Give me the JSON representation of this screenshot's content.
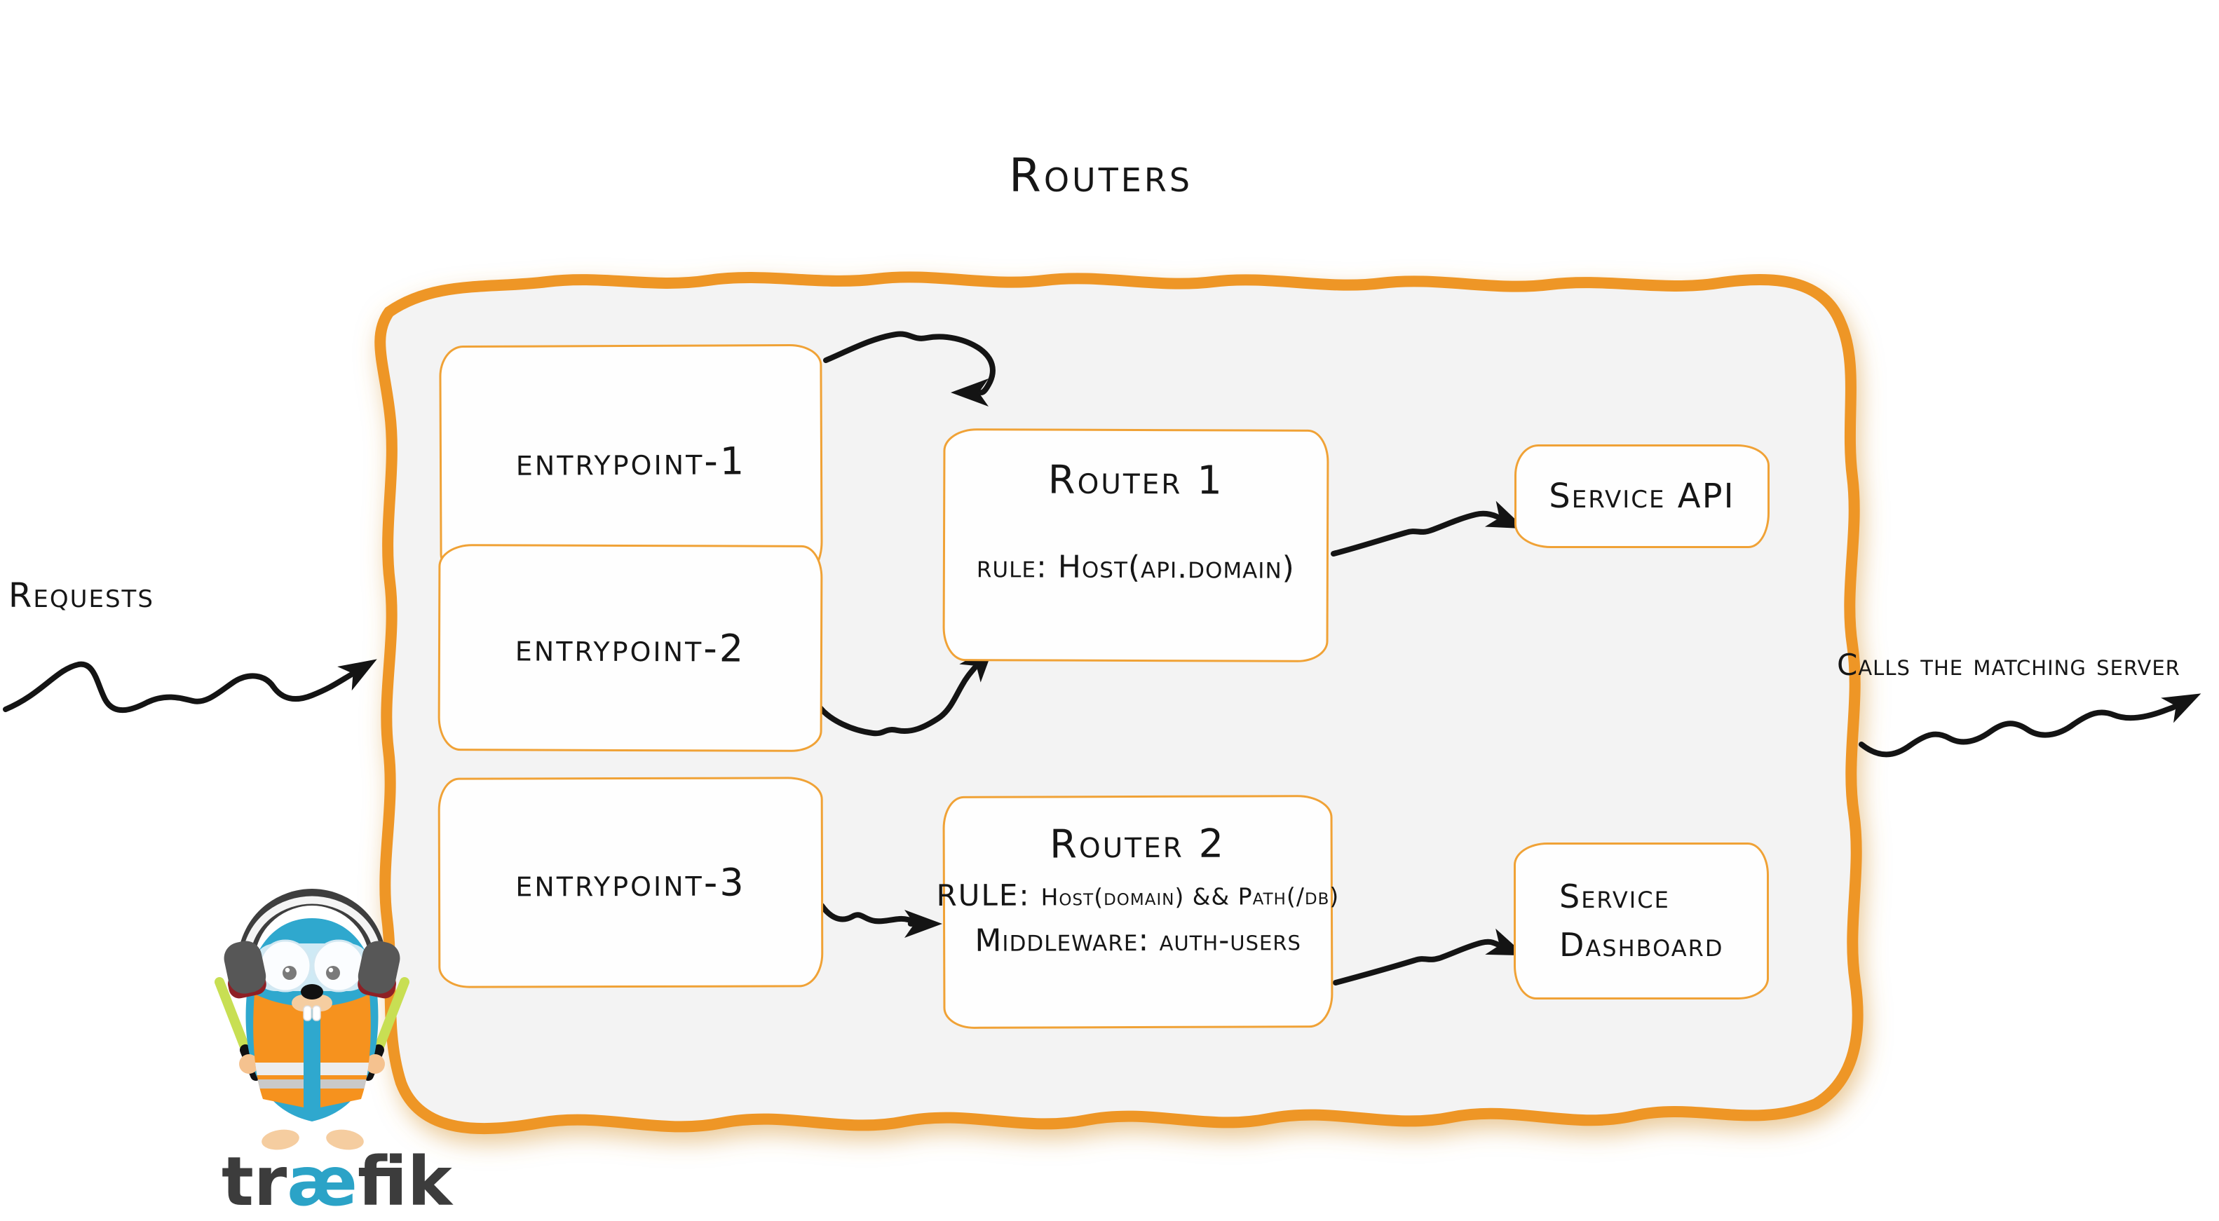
{
  "title": "Routers",
  "labels": {
    "requests": "Requests",
    "calls": "Calls the matching server"
  },
  "entrypoints": [
    {
      "label": "entrypoint-1"
    },
    {
      "label": "entrypoint-2"
    },
    {
      "label": "entrypoint-3"
    }
  ],
  "routers": [
    {
      "name": "Router 1",
      "lines": [
        {
          "label": "rule:",
          "value": "Host(api.domain)"
        }
      ]
    },
    {
      "name": "Router 2",
      "lines": [
        {
          "label": "RULE:",
          "value": "Host(domain) && Path(/db)"
        },
        {
          "label": "Middleware:",
          "value": "auth-users"
        }
      ]
    }
  ],
  "services": [
    {
      "label": "Service API"
    },
    {
      "label": "Service Dashboard"
    }
  ],
  "logo": {
    "pre": "tr",
    "ae": "æ",
    "post": "fik"
  },
  "colors": {
    "accent_orange": "#EE9628",
    "box_border_orange": "#F0A236",
    "container_fill": "#F3F3F3",
    "ink": "#161616",
    "logo_teal": "#2BA3C7",
    "logo_gray": "#3C3C3C",
    "gopher_blue": "#2FA8CE",
    "vest_orange": "#F6921E",
    "baton_green": "#C8DF53"
  }
}
